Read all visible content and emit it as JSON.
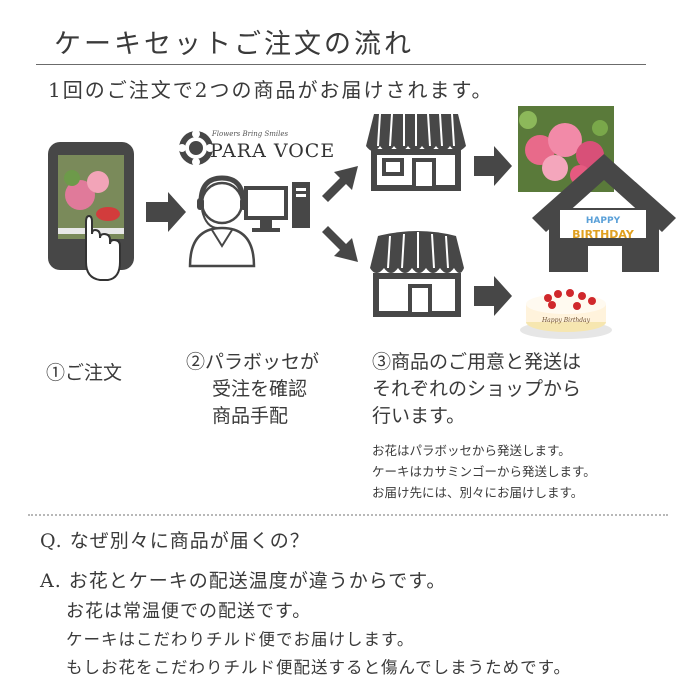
{
  "header": {
    "title": "ケーキセットご注文の流れ",
    "subtitle": "1回のご注文で2つの商品がお届けされます。"
  },
  "brand": {
    "tagline": "Flowers Bring Smiles",
    "name": "PARA VOCE"
  },
  "cake_plate_text": "Happy Birthday",
  "banner": {
    "line1": "HAPPY",
    "line2": "BIRTHDAY"
  },
  "steps": {
    "step1": "①ご注文",
    "step2": [
      "②パラボッセが",
      "受注を確認",
      "商品手配"
    ],
    "step3": [
      "③商品のご用意と発送は",
      "それぞれのショップから",
      "行います。"
    ]
  },
  "notes": [
    "お花はパラボッセから発送します。",
    "ケーキはカサミンゴーから発送します。",
    "お届け先には、別々にお届けします。"
  ],
  "faq": {
    "question": "Q. なぜ別々に商品が届くの？",
    "answer": [
      "A. お花とケーキの配送温度が違うからです。",
      "お花は常温便での配送です。",
      "ケーキはこだわりチルド便でお届けします。",
      "もしお花をこだわりチルド便配送すると傷んでしまうためです。"
    ]
  },
  "colors": {
    "icon": "#474747",
    "rule": "#6b6b6b",
    "dotted": "#b8b8b8",
    "text": "#3a3a3a"
  }
}
